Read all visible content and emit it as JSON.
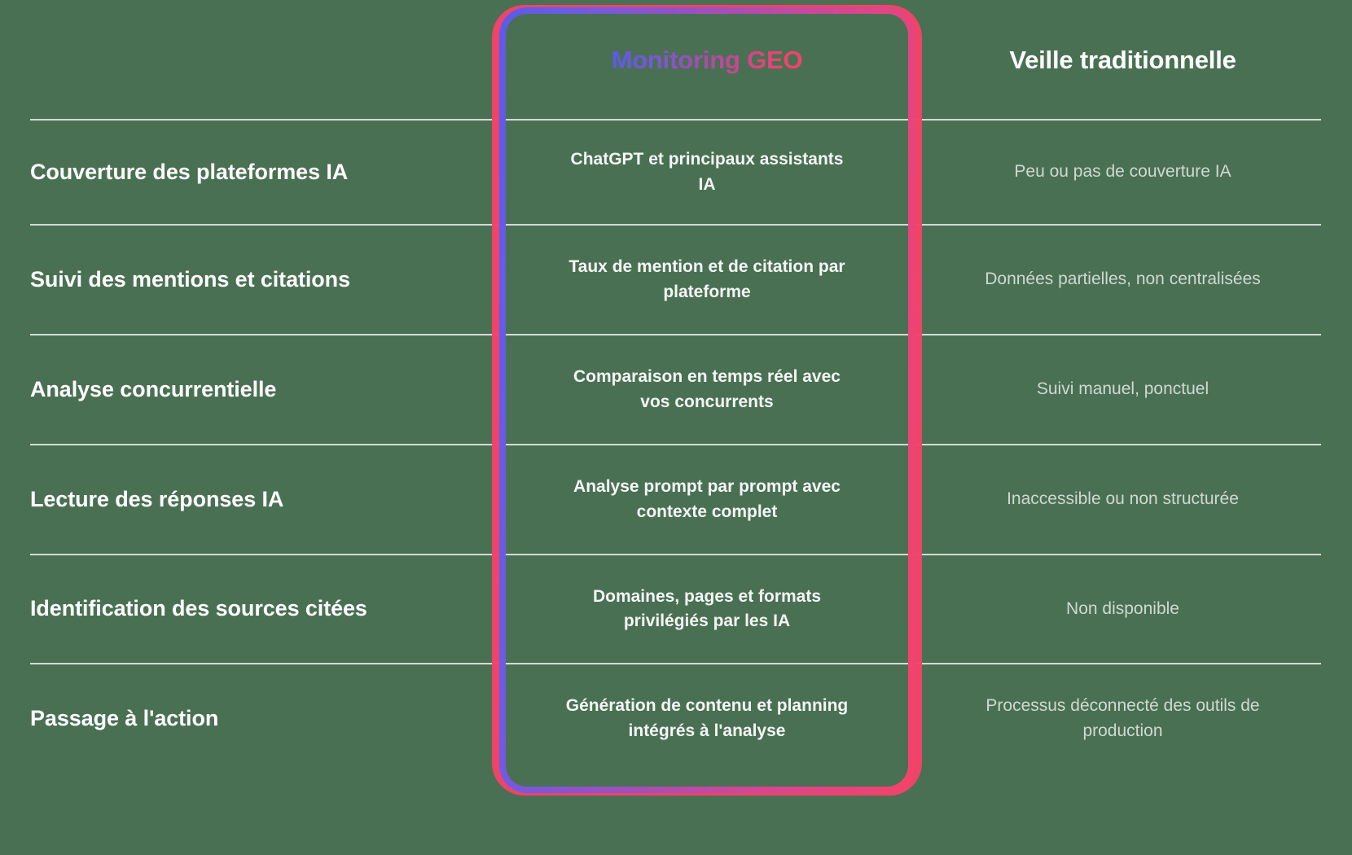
{
  "background_color": "#4a7053",
  "accent_gradient": {
    "from": "#5b5be8",
    "to": "#f4436a"
  },
  "divider_color": "#e9eeea",
  "header": {
    "label_column": "",
    "geo_column": "Monitoring GEO",
    "traditional_column": "Veille traditionnelle"
  },
  "rows": [
    {
      "label": "Couverture des plateformes IA",
      "geo": "ChatGPT et principaux assistants IA",
      "traditional": "Peu ou pas de couverture IA"
    },
    {
      "label": "Suivi des mentions et citations",
      "geo": "Taux de mention et de citation par plateforme",
      "traditional": "Données partielles, non centralisées"
    },
    {
      "label": "Analyse concurrentielle",
      "geo": "Comparaison en temps réel avec vos concurrents",
      "traditional": "Suivi manuel, ponctuel"
    },
    {
      "label": "Lecture des réponses IA",
      "geo": "Analyse prompt par prompt avec contexte complet",
      "traditional": "Inaccessible ou non structurée"
    },
    {
      "label": "Identification des sources citées",
      "geo": "Domaines, pages et formats privilégiés par les IA",
      "traditional": "Non disponible"
    },
    {
      "label": "Passage à l'action",
      "geo": "Génération de contenu et planning intégrés à l'analyse",
      "traditional": "Processus déconnecté des outils de production"
    }
  ]
}
